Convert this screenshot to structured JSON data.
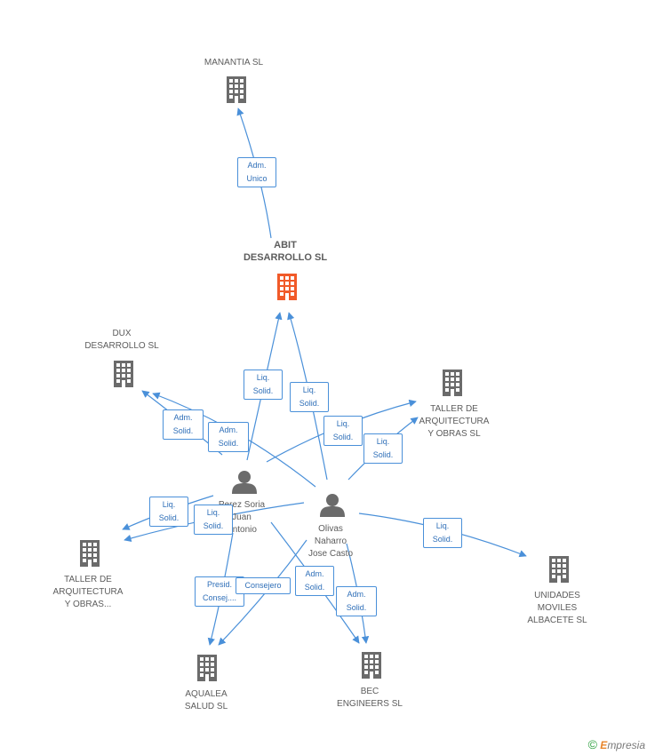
{
  "colors": {
    "edge": "#4a90d9",
    "company": "#6b6b6b",
    "main_company": "#f15a29",
    "person": "#6b6b6b"
  },
  "nodes": {
    "manantia": {
      "label": "MANANTIA SL",
      "icon": "building-icon"
    },
    "abit": {
      "label": "ABIT\nDESARROLLO SL",
      "icon": "building-icon-highlight"
    },
    "dux": {
      "label": "DUX\nDESARROLLO SL",
      "icon": "building-icon"
    },
    "taller_right": {
      "label": "TALLER DE\nARQUITECTURA\nY OBRAS SL",
      "icon": "building-icon"
    },
    "taller_left": {
      "label": "TALLER DE\nARQUITECTURA\nY OBRAS...",
      "icon": "building-icon"
    },
    "perez": {
      "label": "Perez Soria\nJuan\nAntonio",
      "icon": "person-icon"
    },
    "olivas": {
      "label": "Olivas\nNaharro\nJose Casto",
      "icon": "person-icon"
    },
    "unidades": {
      "label": "UNIDADES\nMOVILES\nALBACETE SL",
      "icon": "building-icon"
    },
    "aqualea": {
      "label": "AQUALEA\nSALUD SL",
      "icon": "building-icon"
    },
    "bec": {
      "label": "BEC\nENGINEERS SL",
      "icon": "building-icon"
    }
  },
  "badges": {
    "adm_unico": "Adm.\nUnico",
    "liq1": "Liq.\nSolid.",
    "liq2": "Liq.\nSolid.",
    "adm1": "Adm.\nSolid.",
    "adm2": "Adm.\nSolid.",
    "liq3": "Liq.\nSolid.",
    "liq4": "Liq.\nSolid.",
    "liq5": "Liq.\nSolid.",
    "liq6": "Liq.\nSolid.",
    "liq7": "Liq.\nSolid.",
    "presid": "Presid.\nConsej....",
    "consejero": "Consejero",
    "adm3": "Adm.\nSolid.",
    "adm4": "Adm.\nSolid."
  },
  "brand": {
    "copyright": "©",
    "e": "E",
    "rest": "mpresia"
  }
}
